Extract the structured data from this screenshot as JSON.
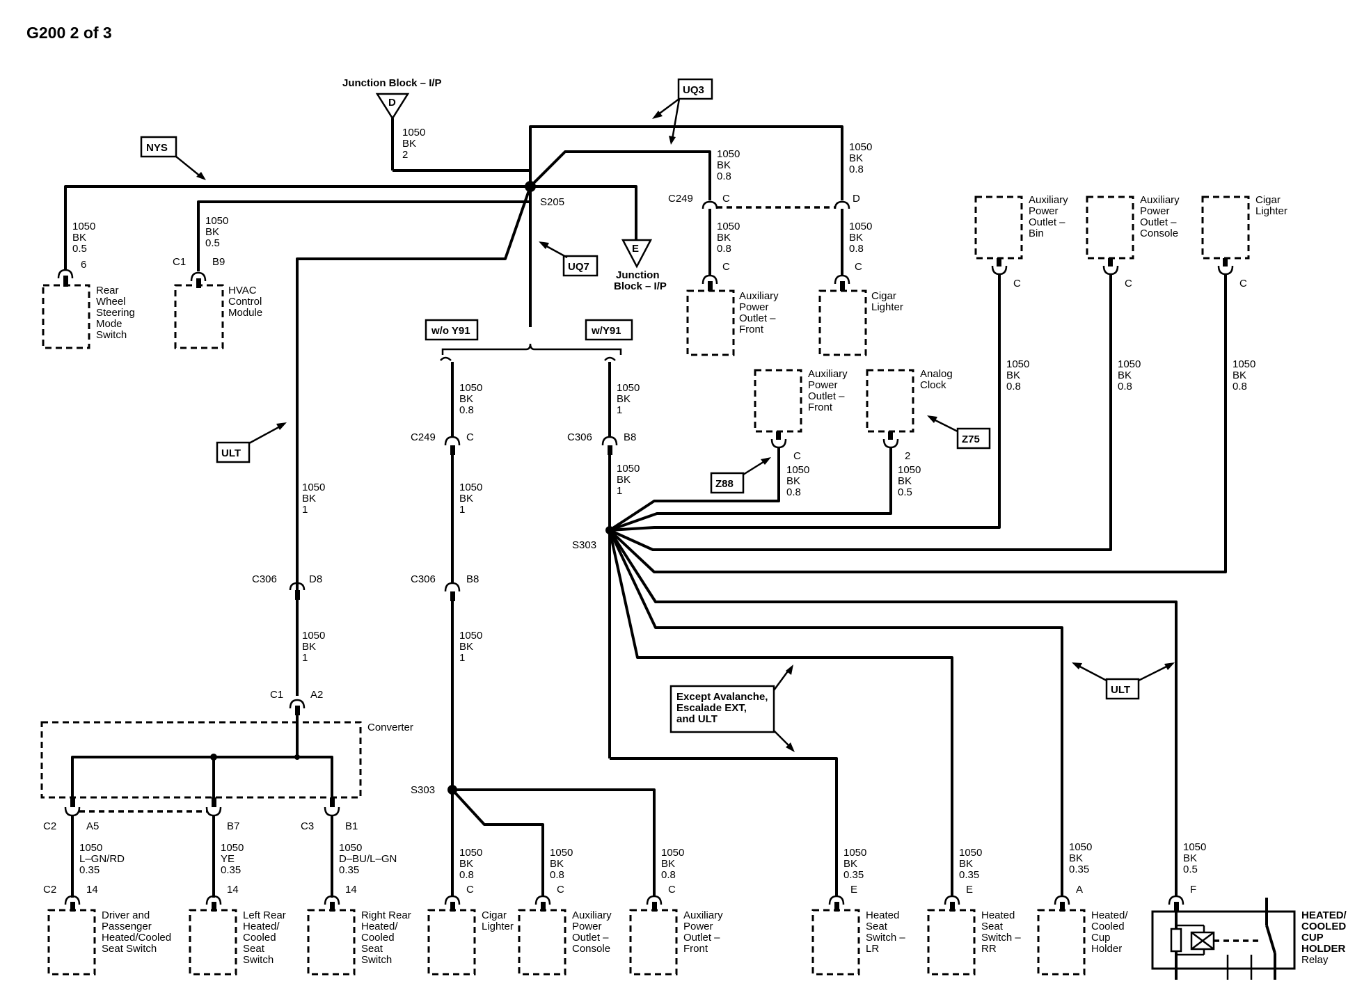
{
  "title": "G200 2 of 3",
  "wire_default": {
    "circuit": "1050",
    "color": "BK"
  },
  "labels": {
    "junction_block_d": "Junction Block – I/P",
    "junction_block_e_1": "Junction",
    "junction_block_e_2": "Block – I/P",
    "terminal_d": "D",
    "terminal_e": "E",
    "s205": "S205",
    "s303_upper": "S303",
    "s303_lower": "S303",
    "converter": "Converter"
  },
  "option_tags": {
    "nys": "NYS",
    "uq3": "UQ3",
    "uq7": "UQ7",
    "ult_left": "ULT",
    "wo_y91": "w/o Y91",
    "w_y91": "w/Y91",
    "z88": "Z88",
    "z75": "Z75",
    "ult_right": "ULT",
    "except_1": "Except Avalanche,",
    "except_2": "Escalade EXT,",
    "except_3": "and ULT"
  },
  "wires": {
    "jb_d": {
      "circuit": "1050",
      "color": "BK",
      "pin": "2"
    },
    "rear_wheel": {
      "circuit": "1050",
      "color": "BK",
      "size": "0.5"
    },
    "hvac": {
      "circuit": "1050",
      "color": "BK",
      "size": "0.5"
    },
    "c249_c_up": {
      "circuit": "1050",
      "color": "BK",
      "size": "0.8"
    },
    "c249_d_up": {
      "circuit": "1050",
      "color": "BK",
      "size": "0.8"
    },
    "c249_c_down": {
      "circuit": "1050",
      "color": "BK",
      "size": "0.8"
    },
    "c249_d_down": {
      "circuit": "1050",
      "color": "BK",
      "size": "0.8"
    },
    "conv_up": {
      "circuit": "1050",
      "color": "BK",
      "size": "1"
    },
    "conv_down": {
      "circuit": "1050",
      "color": "BK",
      "size": "1"
    },
    "woy91_a": {
      "circuit": "1050",
      "color": "BK",
      "size": "0.8"
    },
    "woy91_b": {
      "circuit": "1050",
      "color": "BK",
      "size": "1"
    },
    "woy91_c": {
      "circuit": "1050",
      "color": "BK",
      "size": "1"
    },
    "wy91_a": {
      "circuit": "1050",
      "color": "BK",
      "size": "1"
    },
    "wy91_b": {
      "circuit": "1050",
      "color": "BK",
      "size": "1"
    },
    "apo_front_mid": {
      "circuit": "1050",
      "color": "BK",
      "size": "0.8"
    },
    "clock": {
      "circuit": "1050",
      "color": "BK",
      "size": "0.5"
    },
    "apo_bin": {
      "circuit": "1050",
      "color": "BK",
      "size": "0.8"
    },
    "apo_console_top": {
      "circuit": "1050",
      "color": "BK",
      "size": "0.8"
    },
    "cigar_top": {
      "circuit": "1050",
      "color": "BK",
      "size": "0.8"
    },
    "seat_a5": {
      "circuit": "1050",
      "color": "L–GN/RD",
      "size": "0.35"
    },
    "seat_b7": {
      "circuit": "1050",
      "color": "YE",
      "size": "0.35"
    },
    "seat_b1": {
      "circuit": "1050",
      "color": "D–BU/L–GN",
      "size": "0.35"
    },
    "cigar_bottom": {
      "circuit": "1050",
      "color": "BK",
      "size": "0.8"
    },
    "apo_console_bottom": {
      "circuit": "1050",
      "color": "BK",
      "size": "0.8"
    },
    "apo_front_bottom": {
      "circuit": "1050",
      "color": "BK",
      "size": "0.8"
    },
    "heated_lr": {
      "circuit": "1050",
      "color": "BK",
      "size": "0.35"
    },
    "heated_rr": {
      "circuit": "1050",
      "color": "BK",
      "size": "0.35"
    },
    "cup_holder": {
      "circuit": "1050",
      "color": "BK",
      "size": "0.35"
    },
    "relay": {
      "circuit": "1050",
      "color": "BK",
      "size": "0.5"
    }
  },
  "connectors": {
    "rear_wheel_pin": "6",
    "hvac_conn": "C1",
    "hvac_pin": "B9",
    "c249_top": "C249",
    "c249_top_c": "C",
    "c249_top_d": "D",
    "apo_front_top_pin": "C",
    "cigar_top_pin": "C",
    "c306_left": "C306",
    "c306_left_pin": "D8",
    "conv_conn": "C1",
    "conv_pin": "A2",
    "c249_mid": "C249",
    "c249_mid_pin": "C",
    "c306_mid": "C306",
    "c306_mid_pin": "B8",
    "c306_right": "C306",
    "c306_right_pin": "B8",
    "apo_front_mid_pin": "C",
    "clock_pin": "2",
    "apo_bin_pin": "C",
    "apo_console_top_pin": "C",
    "cigar_top_right_pin": "C",
    "conv_c2": "C2",
    "conv_a5": "A5",
    "conv_b7": "B7",
    "conv_c3": "C3",
    "conv_b1": "B1",
    "seat_c2": "C2",
    "seat_14a": "14",
    "seat_14b": "14",
    "seat_14c": "14",
    "cigar_bottom_pin": "C",
    "apo_console_bottom_pin": "C",
    "apo_front_bottom_pin": "C",
    "heated_lr_pin": "E",
    "heated_rr_pin": "E",
    "cup_holder_pin": "A",
    "relay_pin": "F"
  },
  "components": {
    "rear_wheel": [
      "Rear",
      "Wheel",
      "Steering",
      "Mode",
      "Switch"
    ],
    "hvac": [
      "HVAC",
      "Control",
      "Module"
    ],
    "apo_front_top": [
      "Auxiliary",
      "Power",
      "Outlet –",
      "Front"
    ],
    "cigar_top": [
      "Cigar",
      "Lighter"
    ],
    "apo_bin": [
      "Auxiliary",
      "Power",
      "Outlet –",
      "Bin"
    ],
    "apo_console_top": [
      "Auxiliary",
      "Power",
      "Outlet –",
      "Console"
    ],
    "cigar_top_right": [
      "Cigar",
      "Lighter"
    ],
    "apo_front_mid": [
      "Auxiliary",
      "Power",
      "Outlet –",
      "Front"
    ],
    "clock": [
      "Analog",
      "Clock"
    ],
    "seat_driver": [
      "Driver and",
      "Passenger",
      "Heated/Cooled",
      "Seat Switch"
    ],
    "seat_left": [
      "Left Rear",
      "Heated/",
      "Cooled",
      "Seat",
      "Switch"
    ],
    "seat_right": [
      "Right Rear",
      "Heated/",
      "Cooled",
      "Seat",
      "Switch"
    ],
    "cigar_bottom": [
      "Cigar",
      "Lighter"
    ],
    "apo_console_bottom": [
      "Auxiliary",
      "Power",
      "Outlet –",
      "Console"
    ],
    "apo_front_bottom": [
      "Auxiliary",
      "Power",
      "Outlet –",
      "Front"
    ],
    "heated_lr": [
      "Heated",
      "Seat",
      "Switch –",
      "LR"
    ],
    "heated_rr": [
      "Heated",
      "Seat",
      "Switch –",
      "RR"
    ],
    "cup_holder": [
      "Heated/",
      "Cooled",
      "Cup",
      "Holder"
    ],
    "relay": [
      "HEATED/",
      "COOLED",
      "CUP",
      "HOLDER",
      "Relay"
    ]
  }
}
